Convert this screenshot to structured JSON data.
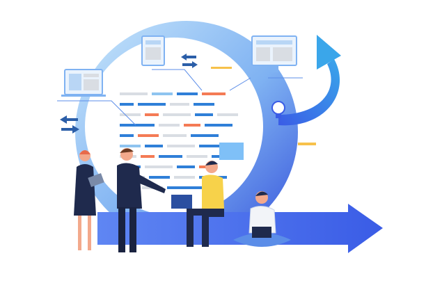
{
  "illustration": {
    "subject": "agile-development-team",
    "colors": {
      "ring_dark": "#3b5fe0",
      "ring_light": "#9fd0f5",
      "arrow": "#4a6cf0",
      "accent_orange": "#f47b55",
      "accent_blue": "#2f7fd8",
      "code_gray": "#d9dde3",
      "navy": "#1f2a4d",
      "yellow": "#f7d24a"
    },
    "code_lines": [
      [
        [
          "#d9dde3",
          40
        ],
        [
          "#8fc4f0",
          30
        ],
        [
          "#2f7fd8",
          30
        ],
        [
          "#f47b55",
          34
        ]
      ],
      [
        [
          "#2f7fd8",
          20
        ],
        [
          "#2f7fd8",
          40
        ],
        [
          "#d9dde3",
          28
        ],
        [
          "#2f7fd8",
          30
        ],
        [
          "#2f7fd8",
          40
        ]
      ],
      [
        [
          "#d9dde3",
          30
        ],
        [
          "#f47b55",
          20
        ],
        [
          "#d9dde3",
          40
        ],
        [
          "#2f7fd8",
          26
        ],
        [
          "#d9dde3",
          30
        ],
        [
          "#2f7fd8",
          24
        ]
      ],
      [
        [
          "#2f7fd8",
          50
        ],
        [
          "#d9dde3",
          30
        ],
        [
          "#f47b55",
          24
        ],
        [
          "#2f7fd8",
          40
        ],
        [
          "#d9dde3",
          30
        ]
      ],
      [
        [
          "#2f7fd8",
          20
        ],
        [
          "#f47b55",
          30
        ],
        [
          "#d9dde3",
          34
        ],
        [
          "#2f7fd8",
          40
        ]
      ],
      [
        [
          "#8fc4f0",
          30
        ],
        [
          "#2f7fd8",
          26
        ],
        [
          "#d9dde3",
          40
        ],
        [
          "#2f7fd8",
          44
        ]
      ],
      [
        [
          "#d9dde3",
          24
        ],
        [
          "#f47b55",
          20
        ],
        [
          "#2f7fd8",
          34
        ],
        [
          "#d9dde3",
          30
        ],
        [
          "#2f7fd8",
          30
        ]
      ],
      [
        [
          "#2f7fd8",
          30
        ],
        [
          "#d9dde3",
          40
        ],
        [
          "#2f7fd8",
          26
        ],
        [
          "#f47b55",
          20
        ]
      ],
      [
        [
          "#d9dde3",
          36
        ],
        [
          "#2f7fd8",
          30
        ],
        [
          "#d9dde3",
          30
        ],
        [
          "#2f7fd8",
          40
        ]
      ],
      [
        [
          "#2f7fd8",
          26
        ],
        [
          "#d9dde3",
          30
        ],
        [
          "#2f7fd8",
          50
        ]
      ]
    ]
  }
}
